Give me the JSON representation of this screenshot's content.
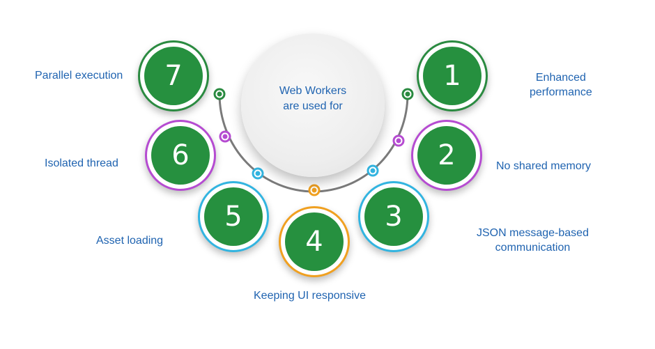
{
  "center": {
    "line1": "Web Workers",
    "line2": "are used for"
  },
  "items": [
    {
      "number": "1",
      "lines": [
        "Enhanced",
        "performance"
      ],
      "color": "#2a8a40"
    },
    {
      "number": "2",
      "lines": [
        "No shared memory"
      ],
      "color": "#b54bd1"
    },
    {
      "number": "3",
      "lines": [
        "JSON message-based",
        "communication"
      ],
      "color": "#32b4e0"
    },
    {
      "number": "4",
      "lines": [
        "Keeping UI responsive"
      ],
      "color": "#f0a020"
    },
    {
      "number": "5",
      "lines": [
        "Asset loading"
      ],
      "color": "#32b4e0"
    },
    {
      "number": "6",
      "lines": [
        "Isolated thread"
      ],
      "color": "#b54bd1"
    },
    {
      "number": "7",
      "lines": [
        "Parallel execution"
      ],
      "color": "#2a8a40"
    }
  ],
  "colors": {
    "badge_fill": "#26903f",
    "text": "#1f63b0",
    "arc": "#7a7a7a"
  }
}
